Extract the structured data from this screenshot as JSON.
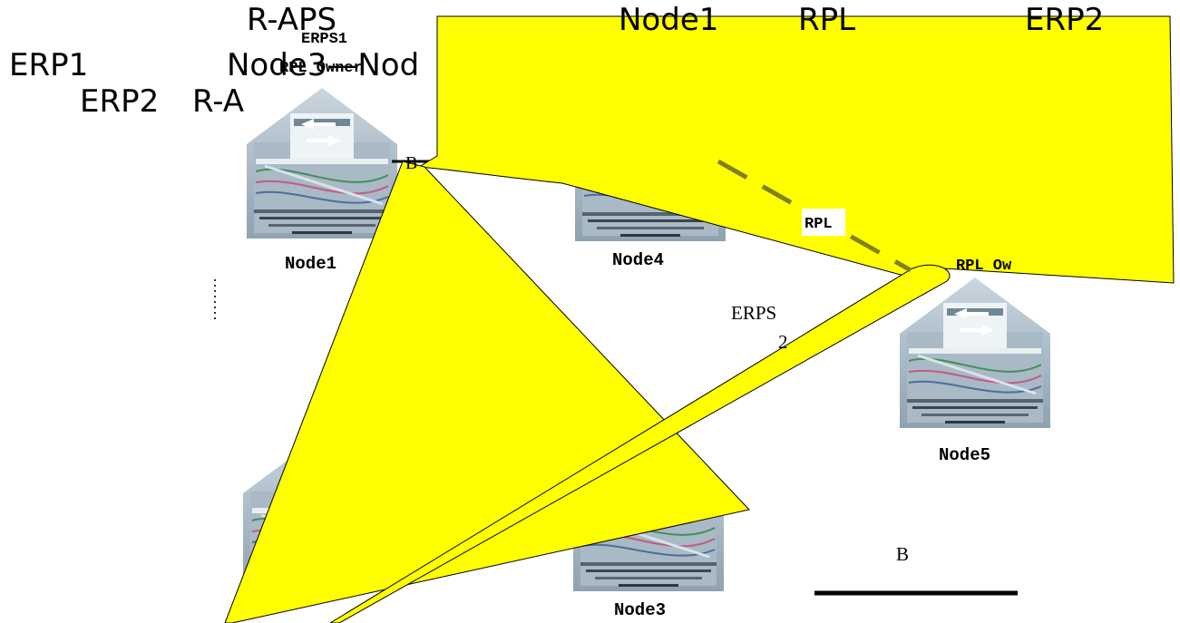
{
  "header": {
    "line1_left": "R-APS",
    "line1_node": "Node1",
    "line1_rpl": "RPL",
    "line1_right": "ERP2",
    "line2_left": "ERP1",
    "line2_nodes": "Node3—Nod",
    "line3_left": "ERP2",
    "line3_right": "R-A"
  },
  "erps1": {
    "title": "ERPS1",
    "subtitle": "RPL Owner"
  },
  "erps2": {
    "line1": "ERPS",
    "line2": "2"
  },
  "nodes": {
    "node1": "Node1",
    "node3": "Node3",
    "node4": "Node4",
    "node5": "Node5"
  },
  "labels": {
    "rpl": "RPL",
    "rpl_owner_cut": "RPL Ow",
    "b_top": "B",
    "b_bottom": "B"
  },
  "colors": {
    "highlight": "#ffff00",
    "link_dashed": "#808020",
    "switch_body": "#9aaab6"
  },
  "icons": [
    "switch-icon"
  ]
}
